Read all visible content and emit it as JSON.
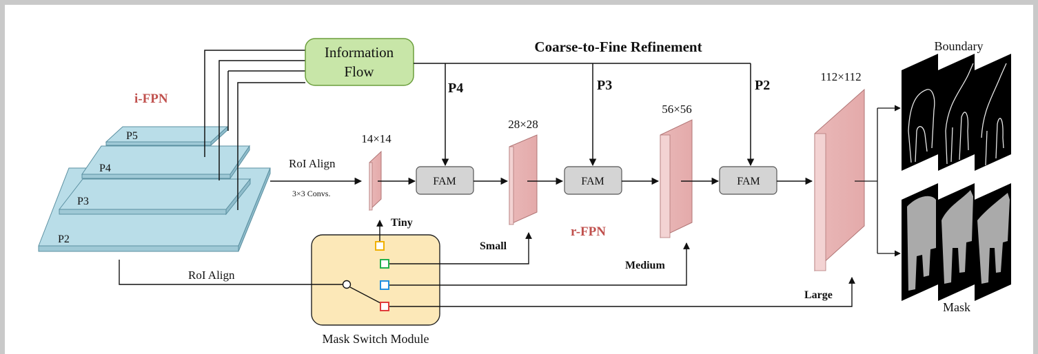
{
  "title": "Coarse-to-Fine Refinement",
  "info_flow": [
    "Information",
    "Flow"
  ],
  "ifpn": {
    "label": "i-FPN",
    "levels": [
      "P5",
      "P4",
      "P3",
      "P2"
    ]
  },
  "roi_align_top": "RoI Align",
  "convs": "3×3 Convs.",
  "roi_align_bottom": "RoI Align",
  "stages": [
    {
      "size": "14×14",
      "scale": "Tiny"
    },
    {
      "size": "28×28",
      "scale": "Small"
    },
    {
      "size": "56×56",
      "scale": "Medium"
    },
    {
      "size": "112×112",
      "scale": "Large"
    }
  ],
  "fam": [
    "FAM",
    "FAM",
    "FAM"
  ],
  "pyramid_inputs": [
    "P4",
    "P3",
    "P2"
  ],
  "rfpn": "r-FPN",
  "mask_switch": "Mask Switch Module",
  "switch_colors": [
    "#f0b000",
    "#22b14c",
    "#1f8fe0",
    "#e03c3c"
  ],
  "outputs": {
    "boundary": "Boundary",
    "mask": "Mask"
  }
}
